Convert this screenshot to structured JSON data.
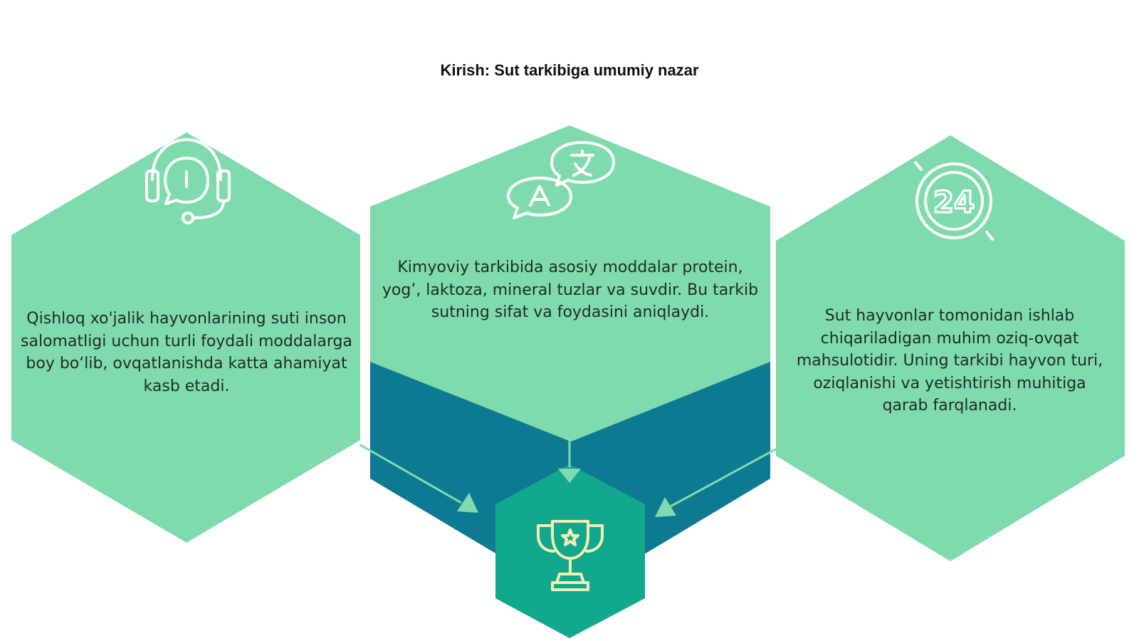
{
  "title": "Kirish: Sut tarkibiga umumiy nazar",
  "colors": {
    "hex_light": "#7fdbae",
    "hex_dark_band": "#0e7a92",
    "hex_center_small": "#12a88e",
    "icon_light": "#ffffff",
    "icon_trophy": "#f1eeb0",
    "text": "#1f2b2a"
  },
  "cards": [
    {
      "id": "left",
      "icon": "headset-support-icon",
      "text": "Qishloq xo'jalik hayvonlarining suti inson salomatligi uchun turli foydali moddalarga boy bo‘lib, ovqatlanishda katta ahamiyat kasb etadi."
    },
    {
      "id": "center",
      "icon": "translate-chat-icon",
      "text": "Kimyoviy tarkibida asosiy moddalar protein, yog’, laktoza, mineral tuzlar va suvdir. Bu tarkib sutning sifat va foydasini aniqlaydi."
    },
    {
      "id": "right",
      "icon": "24-hours-icon",
      "text": "Sut hayvonlar tomonidan ishlab chiqariladigan muhim oziq-ovqat mahsulotidir. Uning tarkibi hayvon turi, oziqlanishi va yetishtirish muhitiga qarab farqlanadi."
    }
  ],
  "goal": {
    "icon": "trophy-star-icon"
  },
  "icons": {
    "left": "headset-support-icon",
    "center": "translate-chat-icon",
    "right": "24-hours-icon",
    "goal": "trophy-star-icon",
    "24_label": "24",
    "a_label": "A",
    "x_label": "文"
  }
}
